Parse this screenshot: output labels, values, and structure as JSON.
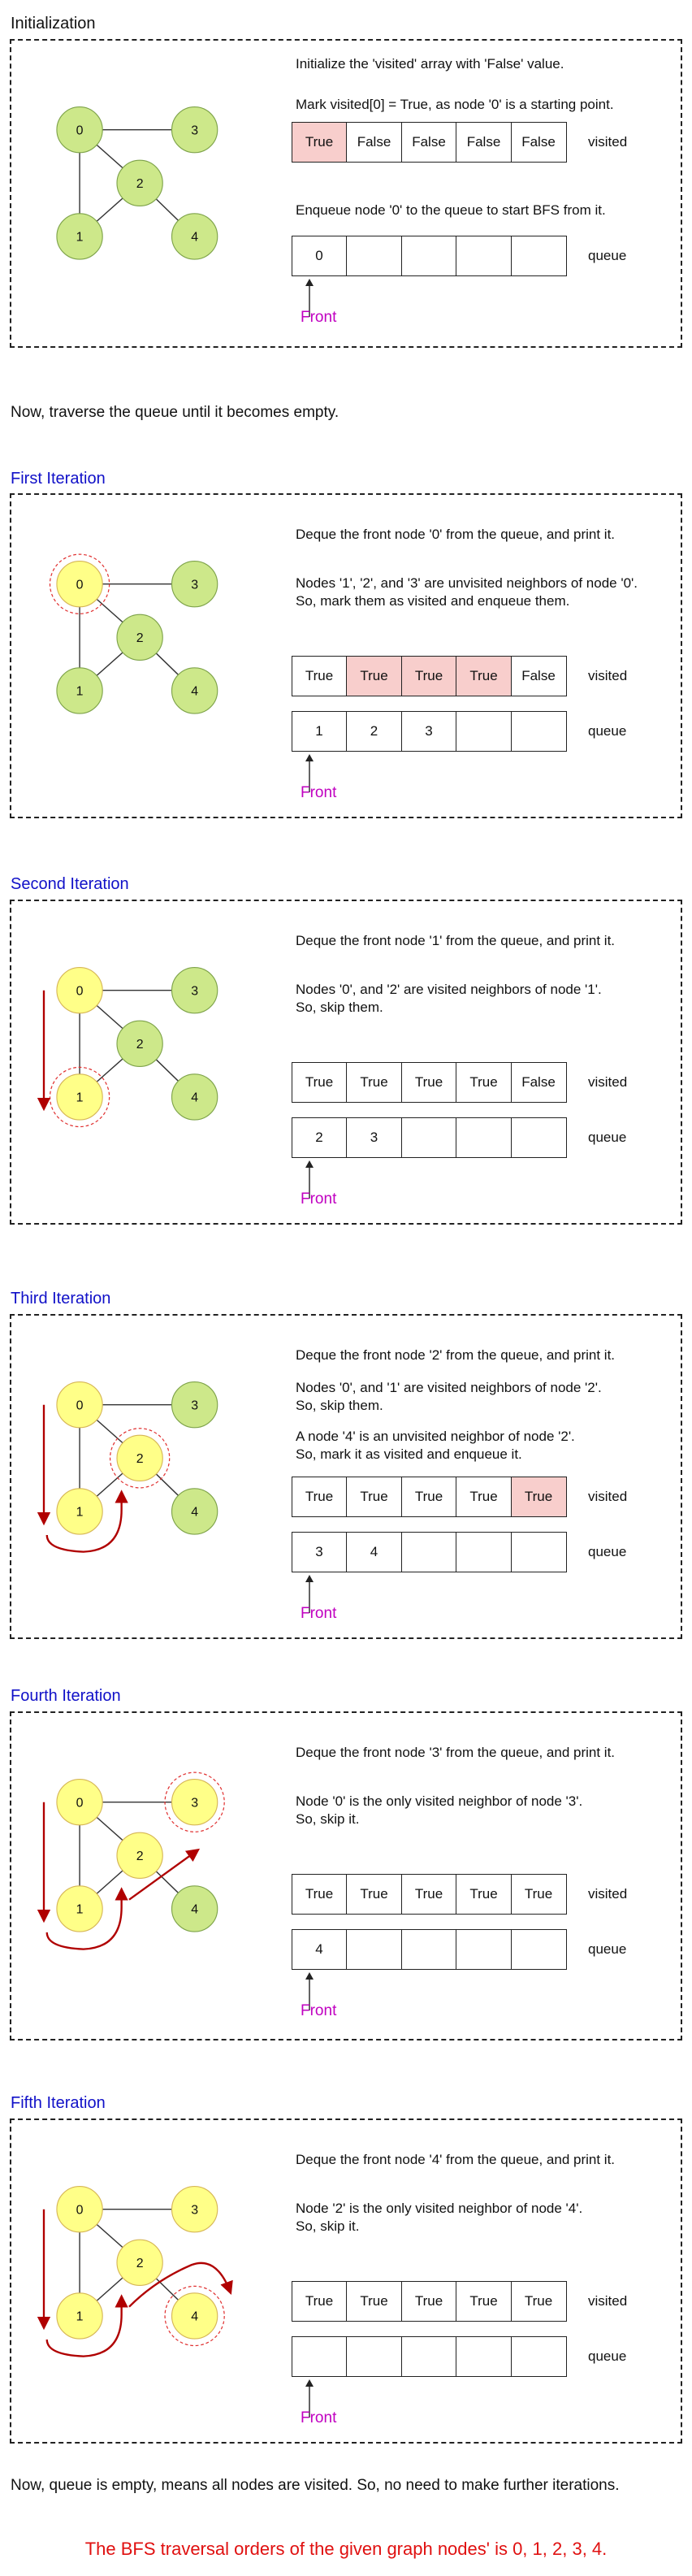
{
  "node_labels": [
    "0",
    "1",
    "2",
    "3",
    "4"
  ],
  "colors": {
    "unvisited": "#cde88a",
    "highlight": "#ffff88",
    "node_stroke": "#7ea34a",
    "highlight_stroke": "#d6b656",
    "dashed_ring": "#e03030",
    "arrow": "#b00000",
    "pink": "#f8cecc",
    "heading_blue": "#1010c8",
    "front": "#c000c0",
    "result": "#e01010"
  },
  "labels": {
    "visited": "visited",
    "queue": "queue",
    "front": "Front"
  },
  "intro_text": "Now, traverse the queue until it becomes empty.",
  "outro_text": "Now, queue is empty, means all nodes are visited. So, no need to make further iterations.",
  "result_text": "The BFS traversal orders of the given graph nodes' is 0, 1, 2, 3, 4.",
  "sections": [
    {
      "heading": "Initialization",
      "lines": [
        "Initialize the 'visited' array with 'False' value.",
        "Mark visited[0] = True, as node '0' is a starting point.",
        "Enqueue node '0' to the queue to start BFS from it."
      ],
      "visited": [
        "True",
        "False",
        "False",
        "False",
        "False"
      ],
      "visited_pink": [
        true,
        false,
        false,
        false,
        false
      ],
      "queue": [
        "0",
        "",
        "",
        "",
        ""
      ],
      "highlight": [],
      "ring": null,
      "arrows": []
    },
    {
      "heading": "First Iteration",
      "lines": [
        "Deque the front node '0' from the queue, and print it.",
        "Nodes '1', '2', and '3' are unvisited neighbors of node '0'.",
        "So, mark them as visited and enqueue them."
      ],
      "visited": [
        "True",
        "True",
        "True",
        "True",
        "False"
      ],
      "visited_pink": [
        false,
        true,
        true,
        true,
        false
      ],
      "queue": [
        "1",
        "2",
        "3",
        "",
        ""
      ],
      "highlight": [
        0
      ],
      "ring": 0,
      "arrows": []
    },
    {
      "heading": "Second Iteration",
      "lines": [
        "Deque the front node '1' from the queue, and print it.",
        "Nodes '0', and '2' are visited neighbors of node '1'.",
        "So, skip them."
      ],
      "visited": [
        "True",
        "True",
        "True",
        "True",
        "False"
      ],
      "visited_pink": [
        false,
        false,
        false,
        false,
        false
      ],
      "queue": [
        "2",
        "3",
        "",
        "",
        ""
      ],
      "highlight": [
        0,
        1
      ],
      "ring": 1,
      "arrows": [
        "down"
      ]
    },
    {
      "heading": "Third Iteration",
      "lines": [
        "Deque the front node '2' from the queue, and print it.",
        "Nodes '0', and '1' are visited neighbors of node '2'.",
        "So, skip them.",
        "A node '4' is an unvisited neighbor of node '2'.",
        "So, mark it as visited and enqueue it."
      ],
      "visited": [
        "True",
        "True",
        "True",
        "True",
        "True"
      ],
      "visited_pink": [
        false,
        false,
        false,
        false,
        true
      ],
      "queue": [
        "3",
        "4",
        "",
        "",
        ""
      ],
      "highlight": [
        0,
        1,
        2
      ],
      "ring": 2,
      "arrows": [
        "down",
        "curve12"
      ]
    },
    {
      "heading": "Fourth Iteration",
      "lines": [
        "Deque the front node '3' from the queue, and print it.",
        "Node '0' is the only visited neighbor of node '3'.",
        "So, skip it."
      ],
      "visited": [
        "True",
        "True",
        "True",
        "True",
        "True"
      ],
      "visited_pink": [
        false,
        false,
        false,
        false,
        false
      ],
      "queue": [
        "4",
        "",
        "",
        "",
        ""
      ],
      "highlight": [
        0,
        1,
        2,
        3
      ],
      "ring": 3,
      "arrows": [
        "down",
        "curve12",
        "to3"
      ]
    },
    {
      "heading": "Fifth Iteration",
      "lines": [
        "Deque the front node '4' from the queue, and print it.",
        "Node '2' is the only visited neighbor of node '4'.",
        "So, skip it."
      ],
      "visited": [
        "True",
        "True",
        "True",
        "True",
        "True"
      ],
      "visited_pink": [
        false,
        false,
        false,
        false,
        false
      ],
      "queue": [
        "",
        "",
        "",
        "",
        ""
      ],
      "highlight": [
        0,
        1,
        2,
        3,
        4
      ],
      "ring": 4,
      "arrows": [
        "down",
        "curve12",
        "to3curve4"
      ]
    }
  ]
}
